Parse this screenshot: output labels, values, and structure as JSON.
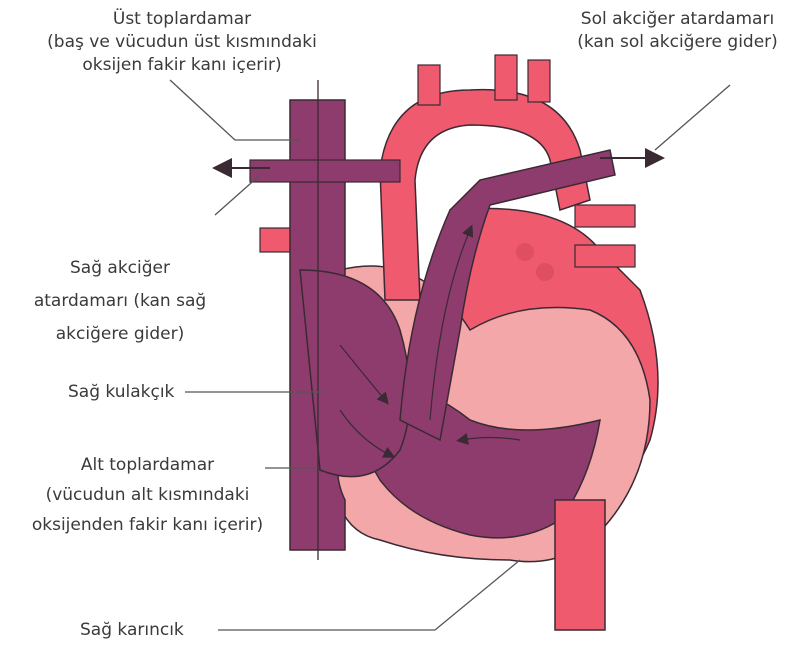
{
  "labels": {
    "svc": {
      "line1": "Üst toplardamar",
      "line2": "(baş ve vücudun üst kısmındaki",
      "line3": "oksijen fakir kanı içerir)"
    },
    "left_pa": {
      "line1": "Sol akciğer atardamarı",
      "line2": "(kan sol akciğere gider)"
    },
    "right_pa": {
      "line1": "Sağ akciğer",
      "line2": "atardamarı (kan sağ",
      "line3": "akciğere gider)"
    },
    "right_atrium": "Sağ kulakçık",
    "ivc": {
      "line1": "Alt toplardamar",
      "line2": "(vücudun alt kısmındaki",
      "line3": "oksijenden fakir kanı içerir)"
    },
    "right_ventricle": "Sağ karıncık"
  },
  "colors": {
    "oxygenated_red": "#ef5a6e",
    "deoxygenated_purple": "#8e3c6e",
    "muscle_pink": "#f3a7a8",
    "outline": "#3a2a33",
    "label_text": "#3a3a3a",
    "leader_line": "#555555"
  }
}
